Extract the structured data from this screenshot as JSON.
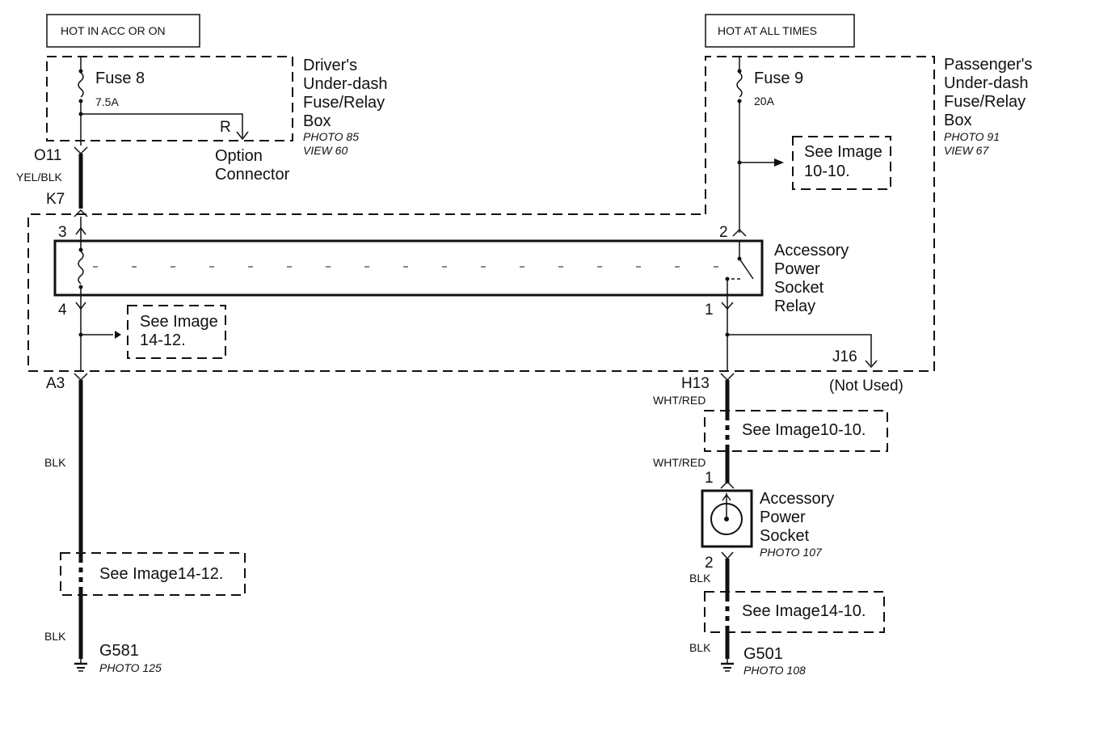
{
  "left_supply": {
    "label": "HOT IN ACC OR ON"
  },
  "right_supply": {
    "label": "HOT AT ALL TIMES"
  },
  "drivers_box": {
    "title_lines": [
      "Driver's",
      "Under-dash",
      "Fuse/Relay",
      "Box"
    ],
    "photo": "PHOTO 85",
    "view": "VIEW 60",
    "fuse": "Fuse 8",
    "rating": "7.5A",
    "terminal": "R",
    "option_connector_lines": [
      "Option",
      "Connector"
    ]
  },
  "passengers_box": {
    "title_lines": [
      "Passenger's",
      "Under-dash",
      "Fuse/Relay",
      "Box"
    ],
    "photo": "PHOTO 91",
    "view": "VIEW 67",
    "fuse": "Fuse 9",
    "rating": "20A"
  },
  "relay": {
    "title_lines": [
      "Accessory",
      "Power",
      "Socket",
      "Relay"
    ],
    "pin3": "3",
    "pin4": "4",
    "pin2": "2",
    "pin1": "1"
  },
  "connectors": {
    "o11": "O11",
    "k7": "K7",
    "a3": "A3",
    "h13": "H13",
    "j16": "J16",
    "not_used": "(Not Used)"
  },
  "wires": {
    "yel_blk": "YEL/BLK",
    "blk_left_1": "BLK",
    "blk_left_2": "BLK",
    "wht_red_1": "WHT/RED",
    "wht_red_2": "WHT/RED",
    "blk_right_1": "BLK",
    "blk_right_2": "BLK"
  },
  "socket": {
    "title_lines": [
      "Accessory",
      "Power",
      "Socket"
    ],
    "photo": "PHOTO 107",
    "pin1": "1",
    "pin2": "2"
  },
  "grounds": {
    "left": {
      "name": "G581",
      "photo": "PHOTO 125"
    },
    "right": {
      "name": "G501",
      "photo": "PHOTO 108"
    }
  },
  "see_refs": {
    "r1": {
      "line1": "See Image",
      "line2": "10-10."
    },
    "r2": {
      "line1": "See Image",
      "line2": "14-12."
    },
    "r3": {
      "text": "See Image10-10."
    },
    "r4": {
      "text": "See Image14-12."
    },
    "r5": {
      "text": "See Image14-10."
    }
  },
  "colors": {
    "ink": "#111111",
    "background": "#ffffff"
  }
}
